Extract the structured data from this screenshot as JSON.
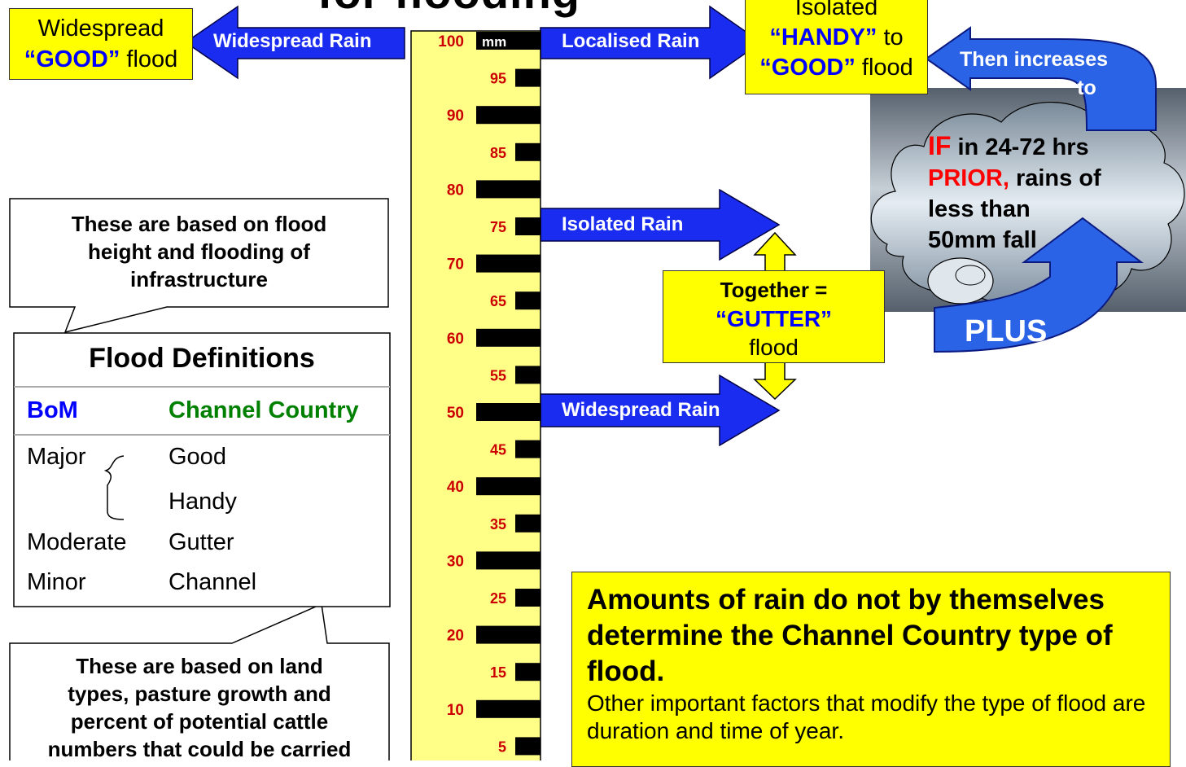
{
  "title": "for flooding",
  "colors": {
    "arrow_blue": "#1a2cf0",
    "box_yellow": "#ffff00",
    "ruler_yellow": "#ffff88",
    "scale_red": "#cc0000",
    "bom_blue": "#0000ff",
    "channel_green": "#008000"
  },
  "left_top": {
    "arrow_label": "Widespread Rain",
    "box_line1": "Widespread",
    "box_word": "“GOOD”",
    "box_tail": " flood"
  },
  "ruler": {
    "unit": "mm",
    "major_labels": [
      "100",
      "90",
      "80",
      "70",
      "60",
      "50",
      "40",
      "30",
      "20",
      "10"
    ],
    "minor_labels": [
      "95",
      "85",
      "75",
      "65",
      "55",
      "45",
      "35",
      "25",
      "15",
      "5"
    ]
  },
  "right_top": {
    "arrow_label": "Localised Rain",
    "box_line1": "Isolated",
    "box_word1": "“HANDY”",
    "box_mid": " to",
    "box_word2": "“GOOD”",
    "box_tail": " flood"
  },
  "increase": {
    "label_line1": "Then increases",
    "label_line2": "to"
  },
  "cloud": {
    "if": "IF",
    "line1_rest": " in 24-72 hrs",
    "prior": "PRIOR,",
    "line2_rest": " rains of",
    "line3": "less than",
    "line4": "50mm fall"
  },
  "plus_label": "PLUS",
  "middle": {
    "isolated_label": "Isolated Rain",
    "widespread_label": "Widespread Rain",
    "together_line1": "Together =",
    "together_word": "“GUTTER”",
    "together_line3": "flood"
  },
  "callout_top": {
    "lines": [
      "These are based on flood",
      "height and flooding of",
      "infrastructure"
    ]
  },
  "definitions": {
    "title": "Flood Definitions",
    "col_bom": "BoM",
    "col_channel": "Channel Country",
    "rows": [
      {
        "bom": "Major",
        "channel": "Good"
      },
      {
        "bom": "",
        "channel": "Handy"
      },
      {
        "bom": "Moderate",
        "channel": "Gutter"
      },
      {
        "bom": "Minor",
        "channel": "Channel"
      }
    ]
  },
  "callout_bottom": {
    "lines": [
      "These are based on land",
      "types, pasture growth and",
      "percent of potential cattle",
      "numbers that could be carried"
    ]
  },
  "note": {
    "heading": "Amounts of rain do not by themselves determine the Channel Country type of flood.",
    "body": "Other important factors that modify the type of flood are duration and time of year."
  }
}
